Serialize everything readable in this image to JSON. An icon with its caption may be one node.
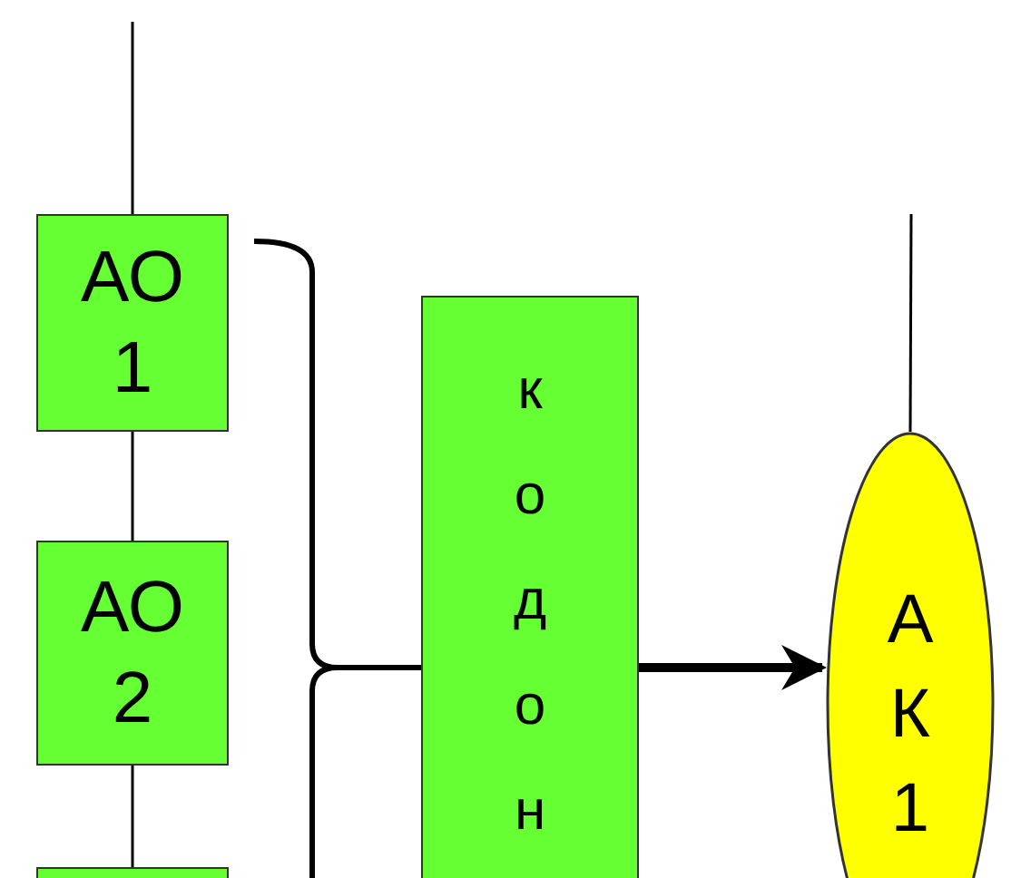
{
  "diagram": {
    "nodes": [
      {
        "text": [
          "АО 1"
        ]
      },
      {
        "text": [
          "АО 2"
        ]
      },
      {
        "text": [],
        "shape": "box"
      },
      {
        "text": [
          "кодон"
        ]
      },
      {
        "text": [
          "А К 1"
        ]
      }
    ],
    "edges": [
      {
        "from": null,
        "to": 0,
        "arrow": "none"
      },
      {
        "from": 0,
        "to": 1,
        "arrow": "none"
      },
      {
        "from": 1,
        "to": 2,
        "arrow": "none"
      },
      {
        "from": 3,
        "to": 4,
        "arrow": "to",
        "style": "thick"
      },
      {
        "from": null,
        "to": 4,
        "arrow": "none"
      }
    ]
  }
}
